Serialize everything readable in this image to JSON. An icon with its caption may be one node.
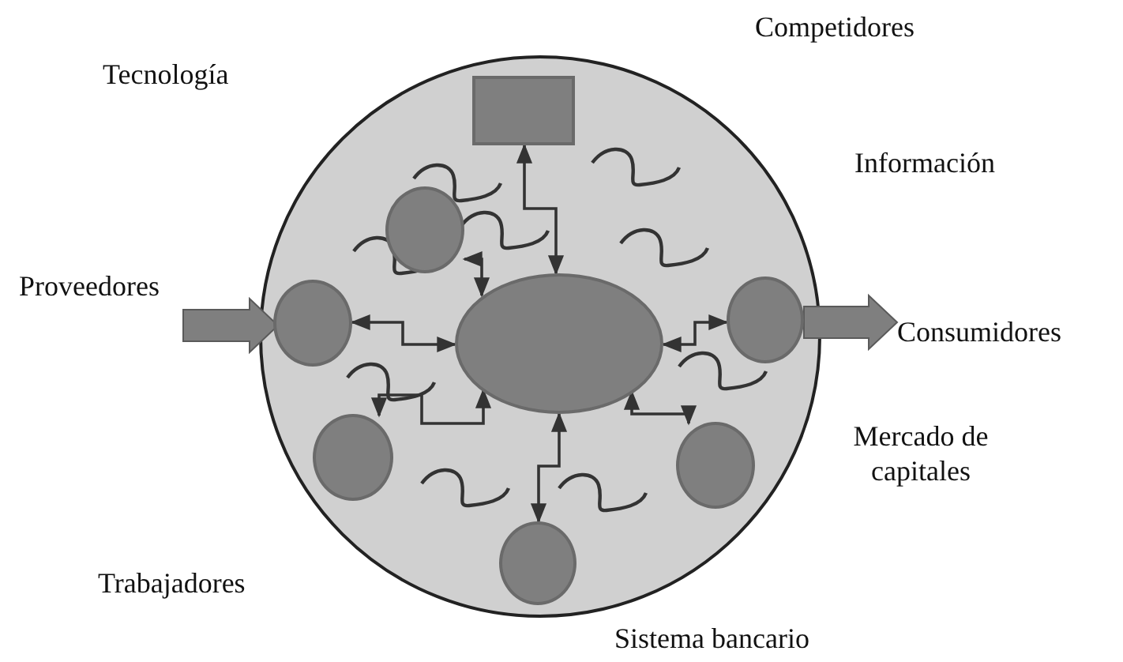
{
  "diagram": {
    "nodes": [
      {
        "text": [],
        "shape": "circle"
      },
      {
        "text": [],
        "shape": "box",
        "in": 0
      },
      {
        "text": [],
        "shape": "circle",
        "in": 0
      },
      {
        "text": [],
        "shape": "circle",
        "in": 0
      },
      {
        "text": [],
        "shape": "circle",
        "in": 0
      },
      {
        "text": [],
        "shape": "circle",
        "in": 0
      },
      {
        "text": [],
        "shape": "circle",
        "in": 0
      },
      {
        "text": [],
        "shape": "circle",
        "in": 0
      },
      {
        "text": [],
        "shape": "circle",
        "in": 0
      },
      {
        "text": [
          "Proveedores"
        ]
      },
      {
        "text": [
          "Consumidores"
        ]
      }
    ],
    "edges": [
      {
        "from": 1,
        "to": 2,
        "arrow": "both"
      },
      {
        "from": 3,
        "to": 2,
        "arrow": "both"
      },
      {
        "from": 4,
        "to": 2,
        "arrow": "both"
      },
      {
        "from": 2,
        "to": 5,
        "arrow": "both"
      },
      {
        "from": 2,
        "to": 6,
        "arrow": "both"
      },
      {
        "from": 2,
        "to": 7,
        "arrow": "both"
      },
      {
        "from": 2,
        "to": 8,
        "arrow": "both"
      },
      {
        "from": 9,
        "to": 4,
        "arrow": "to",
        "style": "thick"
      },
      {
        "from": 5,
        "to": 10,
        "arrow": "to",
        "style": "thick"
      }
    ],
    "labels": [
      "Competidores",
      "Tecnología",
      "Información",
      "Mercado de capitales",
      "Trabajadores",
      "Sistema bancario"
    ]
  }
}
